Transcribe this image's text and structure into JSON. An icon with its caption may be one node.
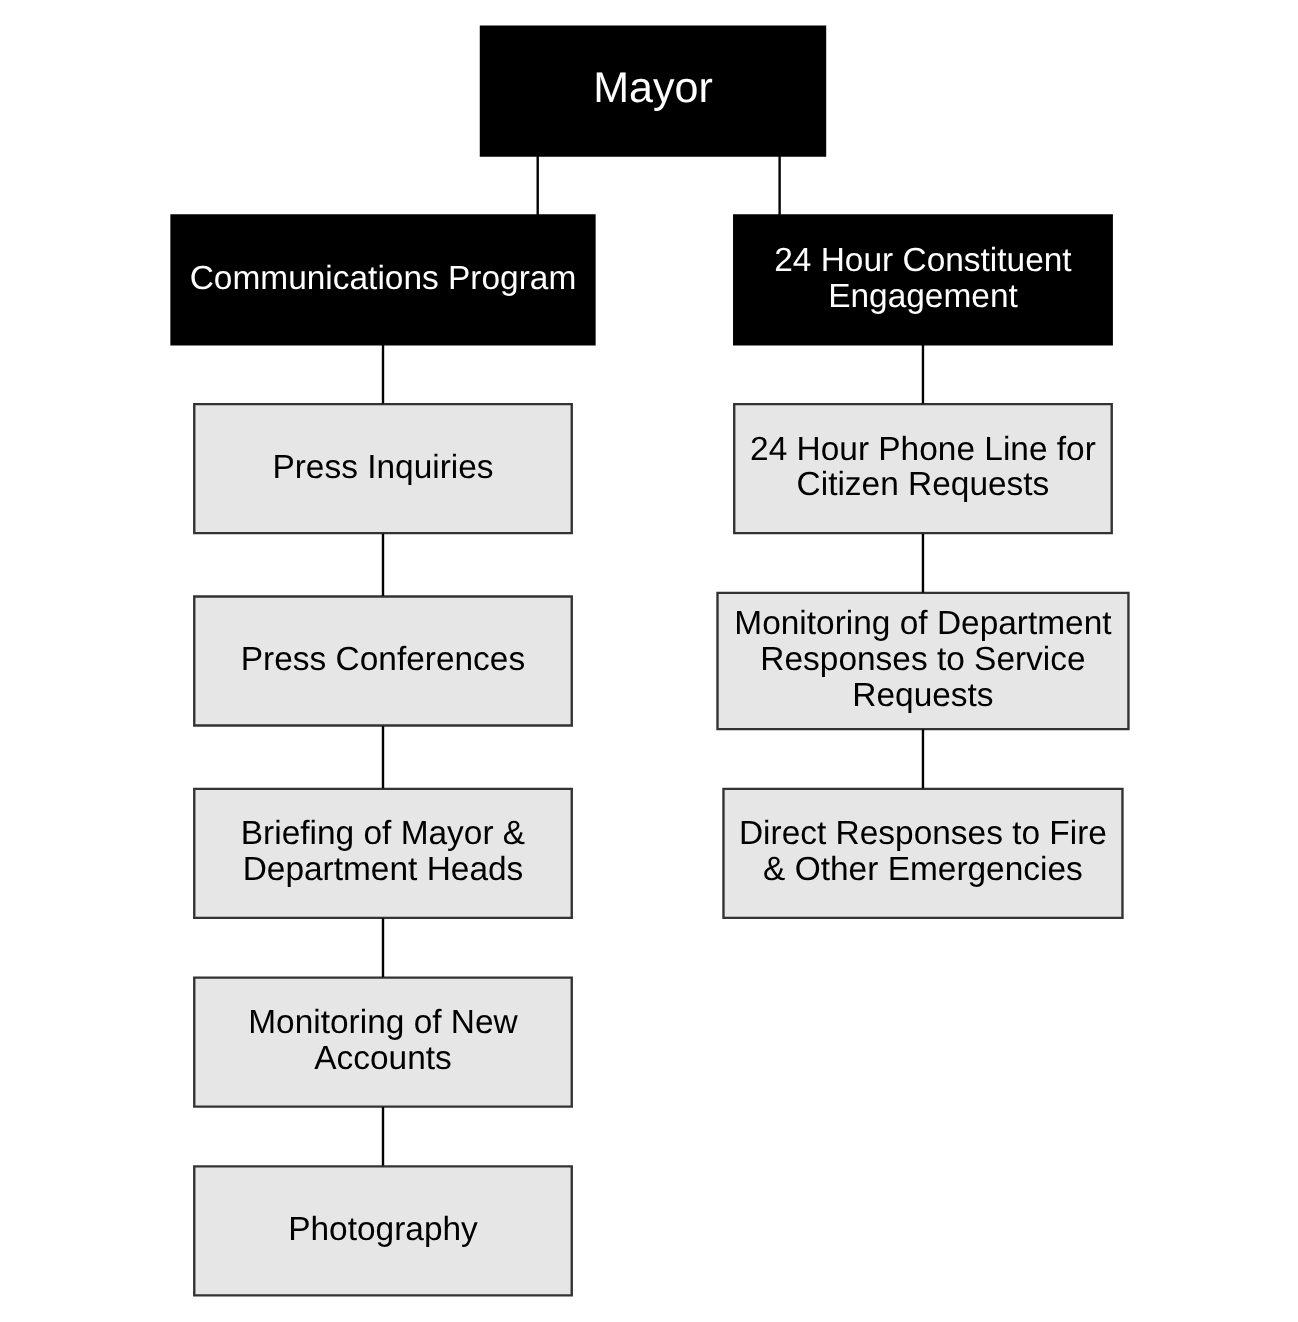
{
  "diagram": {
    "nodes": [
      {
        "text": [
          "Mayor"
        ]
      },
      {
        "text": [
          "Communications Program"
        ]
      },
      {
        "text": [
          "24 Hour Constituent Engagement"
        ]
      },
      {
        "text": [
          "Press Inquiries"
        ]
      },
      {
        "text": [
          "Press Conferences"
        ]
      },
      {
        "text": [
          "Briefing of Mayor & Department Heads"
        ]
      },
      {
        "text": [
          "Monitoring of New Accounts"
        ]
      },
      {
        "text": [
          "Photography"
        ]
      },
      {
        "text": [
          "24 Hour Phone Line for Citizen Requests"
        ]
      },
      {
        "text": [
          "Monitoring of Department Responses to Service Requests"
        ]
      },
      {
        "text": [
          "Direct Responses to Fire & Other Emergencies"
        ]
      }
    ],
    "edges": [
      {
        "from": 0,
        "to": 1,
        "arrow": "none"
      },
      {
        "from": 0,
        "to": 2,
        "arrow": "none"
      },
      {
        "from": 1,
        "to": 3,
        "arrow": "none"
      },
      {
        "from": 3,
        "to": 4,
        "arrow": "none"
      },
      {
        "from": 4,
        "to": 5,
        "arrow": "none"
      },
      {
        "from": 5,
        "to": 6,
        "arrow": "none"
      },
      {
        "from": 6,
        "to": 7,
        "arrow": "none"
      },
      {
        "from": 2,
        "to": 8,
        "arrow": "none"
      },
      {
        "from": 8,
        "to": 9,
        "arrow": "none"
      },
      {
        "from": 9,
        "to": 10,
        "arrow": "none"
      }
    ]
  }
}
